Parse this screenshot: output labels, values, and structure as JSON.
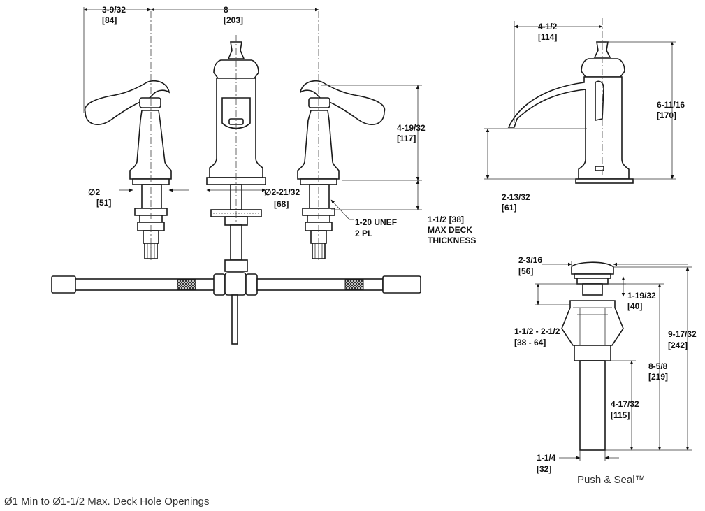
{
  "front_view": {
    "dim_handle_offset": {
      "imperial": "3-9/32",
      "metric": "[84]"
    },
    "dim_center_spread": {
      "imperial": "8",
      "metric": "[203]"
    },
    "dim_handle_height": {
      "imperial": "4-19/32",
      "metric": "[117]"
    },
    "dim_handle_base_dia": {
      "imperial": "∅2",
      "metric": "[51]"
    },
    "dim_spout_base_dia": {
      "imperial": "∅2-21/32",
      "metric": "[68]"
    },
    "thread_note": {
      "line1": "1-20 UNEF",
      "line2": "2 PL"
    },
    "deck_note": {
      "line1": "1-1/2  [38]",
      "line2": "MAX DECK",
      "line3": "THICKNESS"
    }
  },
  "side_view": {
    "dim_spout_reach": {
      "imperial": "4-1/2",
      "metric": "[114]"
    },
    "dim_overall_height": {
      "imperial": "6-11/16",
      "metric": "[170]"
    },
    "dim_spout_height": {
      "imperial": "2-13/32",
      "metric": "[61]"
    }
  },
  "drain_view": {
    "dim_cap_dia": {
      "imperial": "2-3/16",
      "metric": "[56]"
    },
    "dim_flange": {
      "imperial": "1-19/32",
      "metric": "[40]"
    },
    "dim_deck_range": {
      "imperial": "1-1/2  -  2-1/2",
      "metric": "[38  -  64]"
    },
    "dim_total": {
      "imperial": "9-17/32",
      "metric": "[242]"
    },
    "dim_body": {
      "imperial": "8-5/8",
      "metric": "[219]"
    },
    "dim_tail": {
      "imperial": "4-17/32",
      "metric": "[115]"
    },
    "dim_tail_dia": {
      "imperial": "1-1/4",
      "metric": "[32]"
    },
    "caption": "Push & Seal™"
  },
  "footnote": "Ø1 Min to  Ø1-1/2 Max. Deck Hole Openings"
}
